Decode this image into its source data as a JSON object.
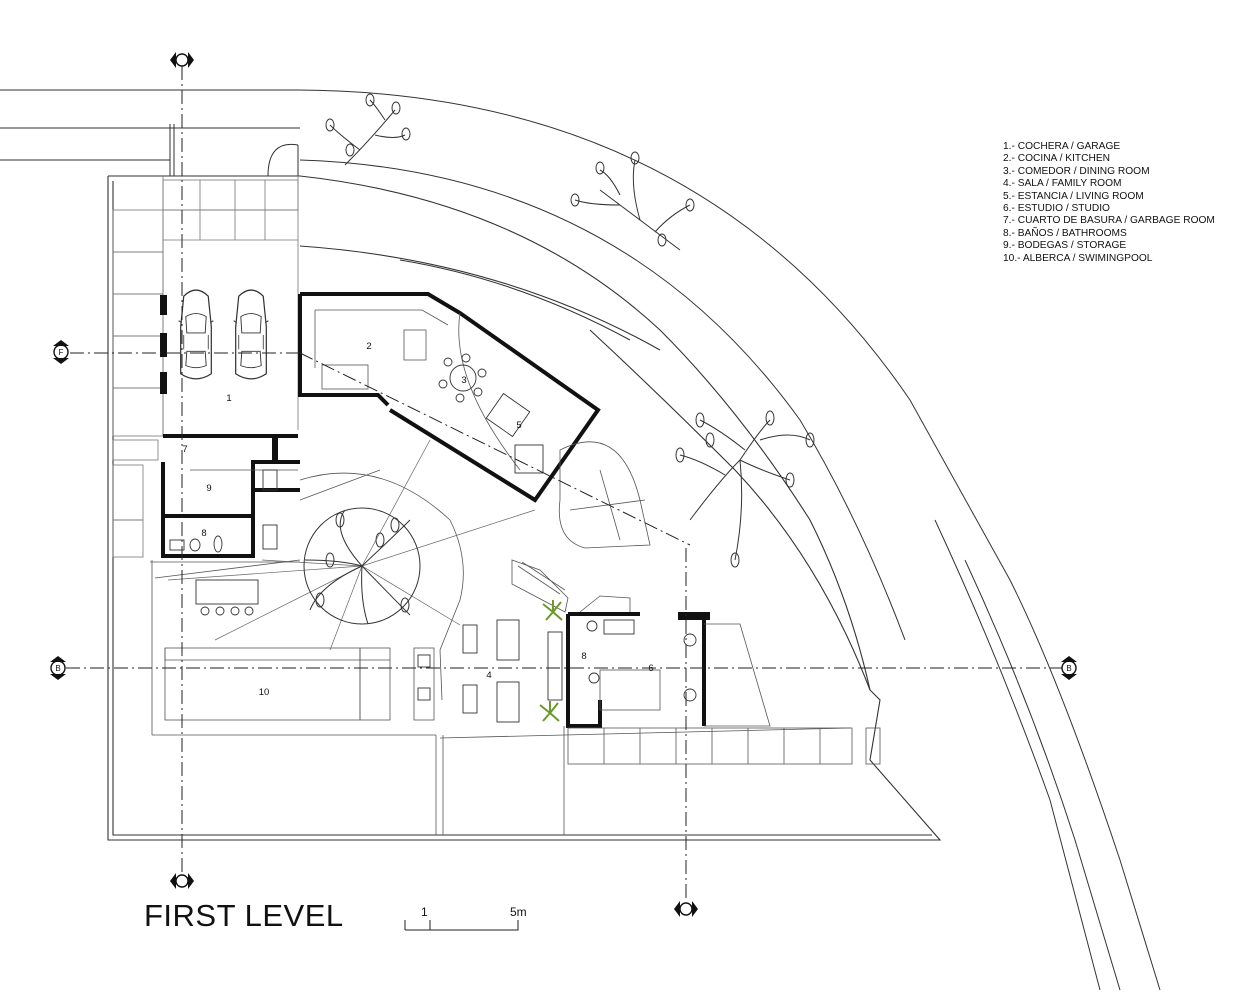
{
  "title": "FIRST LEVEL",
  "legend": [
    "1.- COCHERA / GARAGE",
    "2.- COCINA / KITCHEN",
    "3.- COMEDOR / DINING ROOM",
    "4.- SALA / FAMILY ROOM",
    "5.- ESTANCIA / LIVING ROOM",
    "6.- ESTUDIO / STUDIO",
    "7.- CUARTO DE BASURA / GARBAGE ROOM",
    "8.- BAÑOS / BATHROOMS",
    "9.- BODEGAS / STORAGE",
    "10.- ALBERCA / SWIMINGPOOL"
  ],
  "room_numbers": {
    "garage": "1",
    "kitchen": "2",
    "dining": "3",
    "family": "4",
    "living": "5",
    "studio": "6",
    "garbage": "7",
    "bath_a": "8",
    "bath_b": "8",
    "storage": "9",
    "pool": "10"
  },
  "section_markers": {
    "f": "F",
    "b": "B"
  },
  "scale_bar": {
    "start_label": "1",
    "end_label": "5m"
  },
  "colors": {
    "line": "#222222",
    "thin": "#555555",
    "plant": "#6a9a2a"
  }
}
